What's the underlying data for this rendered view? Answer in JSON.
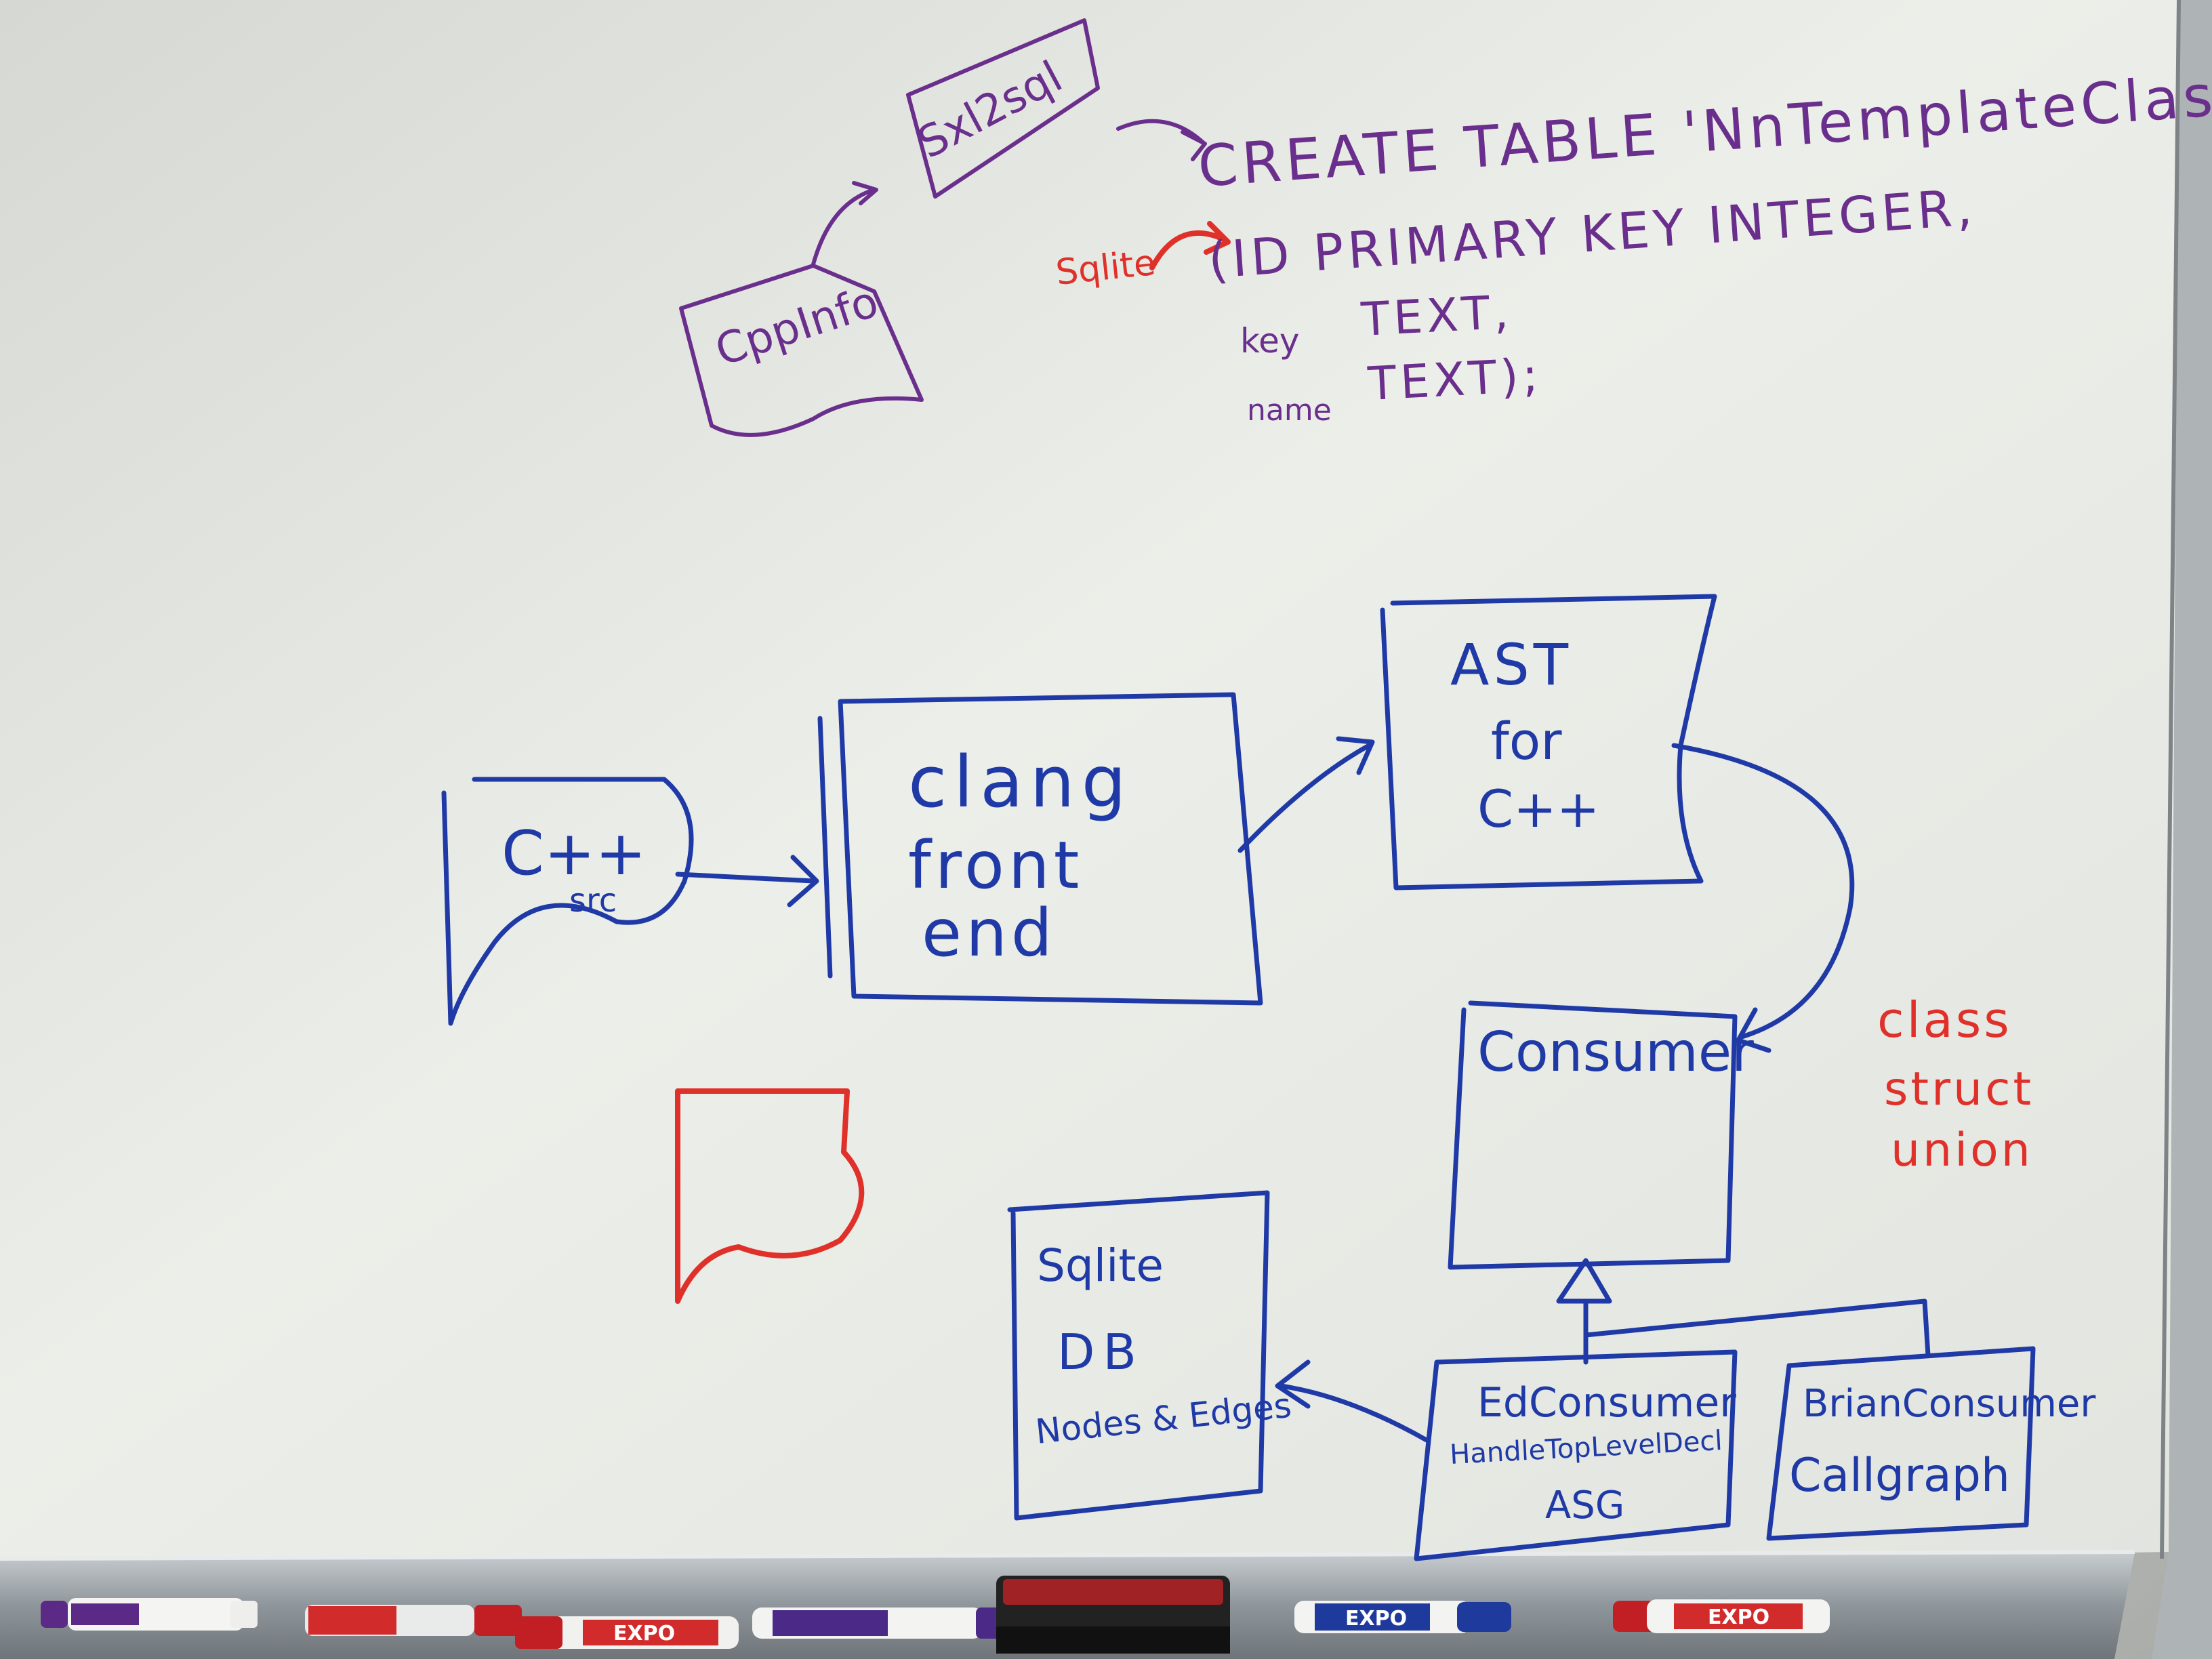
{
  "colors": {
    "purple": "#6a2f8c",
    "blue": "#1f3aa6",
    "red": "#e0302a",
    "board": "#e9ebe7",
    "tray": "#9ea4a8"
  },
  "top_diagram": {
    "cppinfo_label": "CppInfo",
    "sxl2sql_label": "Sxl2sql",
    "sqlite_note": "Sqlite",
    "sql_lines": [
      "CREATE TABLE 'NnTemplateClass'",
      "(ID PRIMARY KEY INTEGER,",
      "TEXT,",
      "TEXT);"
    ],
    "sql_row_labels": [
      "key",
      "name"
    ]
  },
  "main_diagram": {
    "cpp_source": "C++",
    "cpp_source_sub": "src",
    "clang": [
      "clang",
      "front",
      "end"
    ],
    "ast": [
      "AST",
      "for",
      "C++"
    ],
    "consumer": "Consumer",
    "sqlite_db": [
      "Sqlite",
      "DB",
      "Nodes & Edges"
    ],
    "ed_consumer": [
      "EdConsumer",
      "HandleTopLevelDecl",
      "ASG"
    ],
    "brian_consumer": [
      "BrianConsumer",
      "Callgraph"
    ],
    "red_note": [
      "class",
      "struct",
      "union"
    ]
  },
  "tray": {
    "marker_brand": "EXPO"
  }
}
